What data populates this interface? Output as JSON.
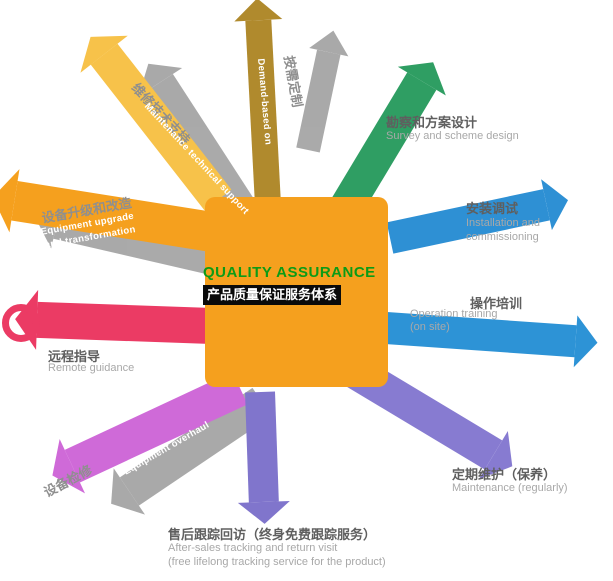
{
  "diagram": {
    "center": {
      "title_en": "QUALITY ASSURANCE",
      "title_zh": "产品质量保证服务体系",
      "bg_color": "#f5a01e",
      "title_en_color": "#0c9b16",
      "title_zh_bg": "#0a0a0a"
    },
    "spokes": {
      "demand": {
        "zh": "按需定制",
        "en": "Demand-based on",
        "color": "#b08a2d"
      },
      "tech_support": {
        "zh": "维修技术支持",
        "en": "Maintenance technical support",
        "color": "#f7c24a"
      },
      "upgrade": {
        "zh": "设备升级和改造",
        "en_line1": "Equipment upgrade",
        "en_line2": "and transformation",
        "color": "#f5a01e"
      },
      "remote": {
        "zh": "远程指导",
        "en": "Remote guidance",
        "color": "#eb3b64"
      },
      "overhaul": {
        "zh": "设备检修",
        "en": "Equipment overhaul",
        "color": "#cf6ad8"
      },
      "aftersale": {
        "zh": "售后跟踪回访（终身免费跟踪服务）",
        "en_line1": "After-sales tracking and return visit",
        "en_line2": "(free lifelong tracking service for the product)",
        "color": "#8075cc"
      },
      "maintenance": {
        "zh": "定期维护（保养）",
        "en": "Maintenance (regularly)",
        "color": "#877bd1"
      },
      "training": {
        "zh": "操作培训",
        "en_line1": "Operation training",
        "en_line2": "(on site)",
        "color": "#2d93d6"
      },
      "install": {
        "zh": "安装调试",
        "en": "Installation and commissioning",
        "color": "#2e90d4"
      },
      "survey": {
        "zh": "勘察和方案设计",
        "en": "Survey and scheme design",
        "color": "#2f9e63"
      }
    }
  }
}
